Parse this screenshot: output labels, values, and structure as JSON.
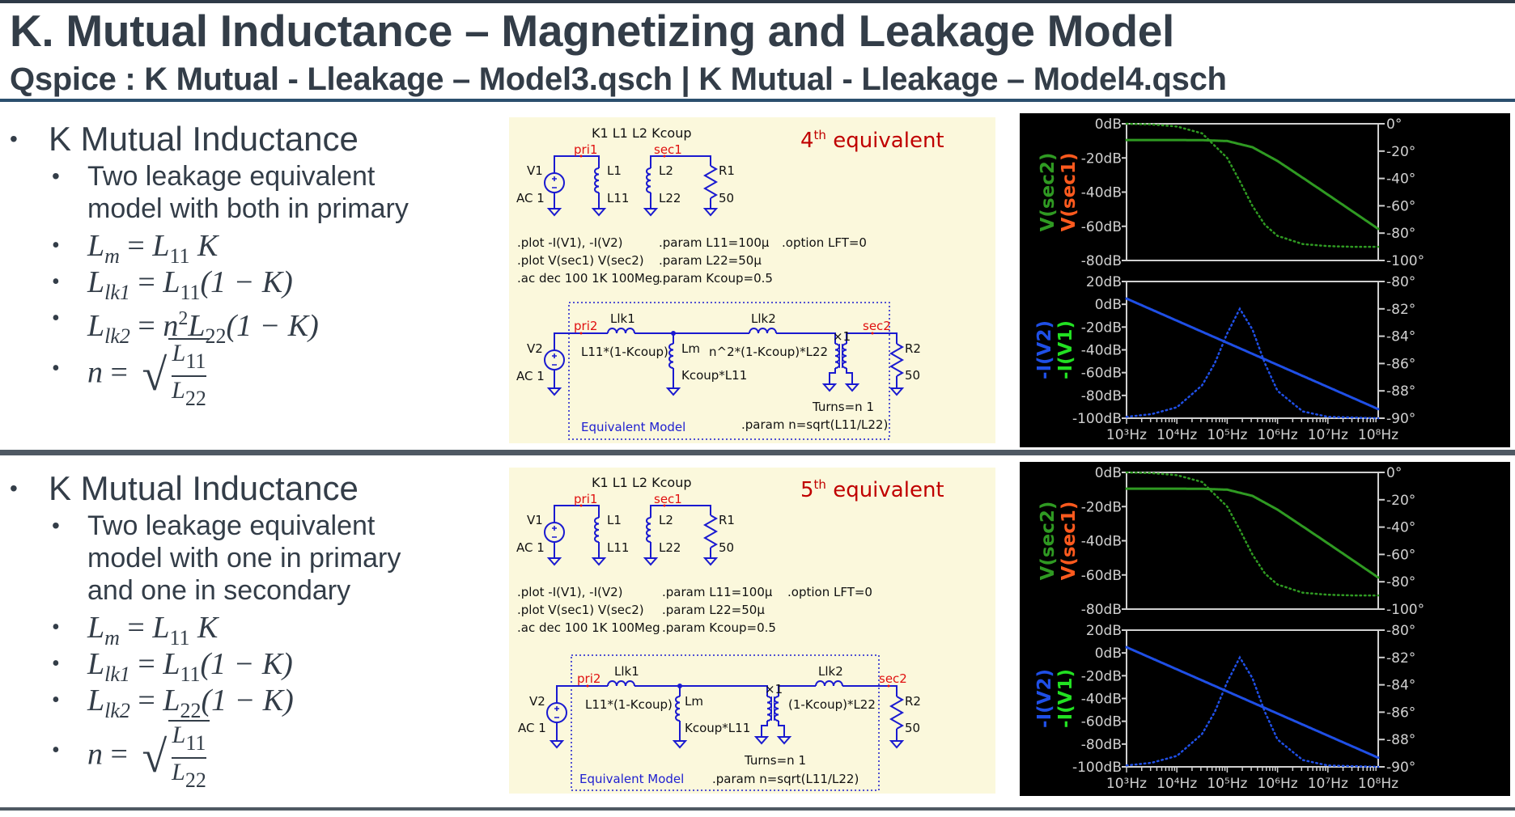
{
  "header": {
    "title": "K. Mutual Inductance – Magnetizing and Leakage Model",
    "subtitle": "Qspice : K Mutual - Lleakage – Model3.qsch | K Mutual - Lleakage – Model4.qsch"
  },
  "sections": [
    {
      "heading": "K Mutual Inductance",
      "desc": [
        "Two leakage equivalent",
        "model with both in primary"
      ],
      "f_lm": {
        "l": "L",
        "ls": "m",
        "eq": " = ",
        "r": "L",
        "rs": "11",
        "t": " K"
      },
      "f_lk1": {
        "l": "L",
        "ls": "lk1",
        "eq": " = ",
        "r": "L",
        "rs": "11",
        "t": "(1 − K)"
      },
      "f_lk2": {
        "l": "L",
        "ls": "lk2",
        "eq": " = ",
        "pre": "n",
        "sup": "2",
        "r": "L",
        "rs": "22",
        "t": "(1 − K)"
      },
      "f_n": {
        "l": "n",
        "eq": " = ",
        "sqrt": "√",
        "num": "L",
        "nums": "11",
        "den": "L",
        "dens": "22"
      }
    },
    {
      "heading": "K Mutual Inductance",
      "desc": [
        "Two leakage equivalent",
        "model with one in primary",
        "and one in secondary"
      ],
      "f_lm": {
        "l": "L",
        "ls": "m",
        "eq": " = ",
        "r": "L",
        "rs": "11",
        "t": " K"
      },
      "f_lk1": {
        "l": "L",
        "ls": "lk1",
        "eq": " = ",
        "r": "L",
        "rs": "11",
        "t": "(1 − K)"
      },
      "f_lk2": {
        "l": "L",
        "ls": "lk2",
        "eq": " = ",
        "r": "L",
        "rs": "22",
        "t": "(1 − K)"
      },
      "f_n": {
        "l": "n",
        "eq": " = ",
        "sqrt": "√",
        "num": "L",
        "nums": "11",
        "den": "L",
        "dens": "22"
      }
    }
  ],
  "schematics": [
    {
      "kline": "K1 L1 L2 Kcoup",
      "badge_num": "4",
      "badge_sup": "th",
      "badge_text": " equivalent",
      "pri1": "pri1",
      "sec1": "sec1",
      "v1": "V1",
      "ac1": "AC 1",
      "l1": "L1",
      "l11": "L11",
      "l2": "L2",
      "l22": "L22",
      "r1": "R1",
      "r1v": "50",
      "dir": [
        ".plot -I(V1), -I(V2)",
        ".plot V(sec1) V(sec2)",
        ".ac dec 100 1K 100Meg",
        ".param L11=100µ",
        ".param L22=50µ",
        ".param Kcoup=0.5",
        ".option LFT=0"
      ],
      "pri2": "pri2",
      "sec2": "sec2",
      "v2": "V2",
      "ac2": "AC 1",
      "llk1": "Llk1",
      "llk1v": "L11*(1-Kcoup)",
      "lm": "Lm",
      "lmv": "Kcoup*L11",
      "llk2": "Llk2",
      "llk2v": "n^2*(1-Kcoup)*L22",
      "x1": "×1",
      "turns": "Turns=n 1",
      "nparam": ".param n=sqrt(L11/L22)",
      "r2": "R2",
      "r2v": "50",
      "eqmodel": "Equivalent Model"
    },
    {
      "kline": "K1 L1 L2 Kcoup",
      "badge_num": "5",
      "badge_sup": "th",
      "badge_text": " equivalent",
      "pri1": "pri1",
      "sec1": "sec1",
      "v1": "V1",
      "ac1": "AC 1",
      "l1": "L1",
      "l11": "L11",
      "l2": "L2",
      "l22": "L22",
      "r1": "R1",
      "r1v": "50",
      "dir": [
        ".plot -I(V1), -I(V2)",
        ".plot V(sec1) V(sec2)",
        ".ac dec 100 1K 100Meg",
        ".param L11=100µ",
        ".param L22=50µ",
        ".param Kcoup=0.5",
        ".option LFT=0"
      ],
      "pri2": "pri2",
      "sec2": "sec2",
      "v2": "V2",
      "ac2": "AC 1",
      "llk1": "Llk1",
      "llk1v": "L11*(1-Kcoup)",
      "lm": "Lm",
      "lmv": "Kcoup*L11",
      "llk2": "Llk2",
      "llk2v": "(1-Kcoup)*L22",
      "x1": "×1",
      "turns": "Turns=n 1",
      "nparam": ".param n=sqrt(L11/L22)",
      "r2": "R2",
      "r2v": "50",
      "eqmodel": "Equivalent Model"
    }
  ],
  "colors": {
    "wire": "#1a1ad0",
    "net": "#e01010",
    "badge": "#c00000",
    "eqmodel": "#2020d0",
    "axis": "#d0d0d0",
    "vsec2": "#2f9a22",
    "vsec1": "#ff5a1e",
    "iv2": "#1f4fe6",
    "iv1": "#22e022"
  },
  "chart_data": [
    {
      "type": "line",
      "x_scale": "log10",
      "x_range": [
        3,
        8
      ],
      "x_ticks": [
        "10³Hz",
        "10⁴Hz",
        "10⁵Hz",
        "10⁶Hz",
        "10⁷Hz",
        "10⁸Hz"
      ],
      "panels": [
        {
          "left_range": [
            -80,
            0
          ],
          "left_ticks": [
            "0dB",
            "-20dB",
            "-40dB",
            "-60dB",
            "-80dB"
          ],
          "right_range": [
            -100,
            0
          ],
          "right_ticks": [
            "0°",
            "-20°",
            "-40°",
            "-60°",
            "-80°",
            "-100°"
          ],
          "legend": [
            {
              "text": "V(sec2)",
              "color": "#2f9a22"
            },
            {
              "text": "V(sec1)",
              "color": "#ff5a1e"
            }
          ],
          "series": [
            {
              "name": "V(sec2) magnitude",
              "axis": "left",
              "style": "solid",
              "color": "#2f9a22",
              "x": [
                3,
                3.5,
                4,
                4.5,
                5,
                5.5,
                6,
                6.5,
                7,
                7.5,
                8
              ],
              "y": [
                -9.5,
                -9.5,
                -9.5,
                -9.6,
                -10.1,
                -13.7,
                -21.8,
                -31.6,
                -41.5,
                -51.5,
                -61.5
              ]
            },
            {
              "name": "V(sec2) phase",
              "axis": "right",
              "style": "dotted",
              "color": "#2f9a22",
              "x": [
                3,
                3.5,
                4,
                4.5,
                5,
                5.25,
                5.5,
                5.75,
                6,
                6.5,
                7,
                7.5,
                8
              ],
              "y": [
                0,
                -0.5,
                -2,
                -7,
                -25,
                -42,
                -60,
                -74,
                -82,
                -88,
                -89.5,
                -90,
                -90
              ]
            }
          ]
        },
        {
          "left_range": [
            -100,
            20
          ],
          "left_ticks": [
            "20dB",
            "0dB",
            "-20dB",
            "-40dB",
            "-60dB",
            "-80dB",
            "-100dB"
          ],
          "right_range": [
            -90,
            -80
          ],
          "right_ticks": [
            "-80°",
            "-82°",
            "-84°",
            "-86°",
            "-88°",
            "-90°"
          ],
          "legend": [
            {
              "text": "-I(V2)",
              "color": "#1f4fe6"
            },
            {
              "text": "-I(V1)",
              "color": "#22e022"
            }
          ],
          "series": [
            {
              "name": "-I(V2) magnitude",
              "axis": "left",
              "style": "solid",
              "color": "#1f4fe6",
              "x": [
                3,
                4,
                5,
                6,
                7,
                8
              ],
              "y": [
                5,
                -14.4,
                -33.8,
                -53.2,
                -72.6,
                -92
              ]
            },
            {
              "name": "-I(V2) phase",
              "axis": "right",
              "style": "dotted",
              "color": "#1f4fe6",
              "x": [
                3,
                3.5,
                4,
                4.5,
                4.75,
                5,
                5.25,
                5.5,
                5.75,
                6,
                6.5,
                7,
                8
              ],
              "y": [
                -89.9,
                -89.7,
                -89.2,
                -87.6,
                -86,
                -83.8,
                -82,
                -83.5,
                -86,
                -88,
                -89.5,
                -89.9,
                -90
              ]
            }
          ]
        }
      ]
    },
    {
      "type": "line",
      "x_scale": "log10",
      "x_range": [
        3,
        8
      ],
      "x_ticks": [
        "10³Hz",
        "10⁴Hz",
        "10⁵Hz",
        "10⁶Hz",
        "10⁷Hz",
        "10⁸Hz"
      ],
      "panels": [
        {
          "left_range": [
            -80,
            0
          ],
          "left_ticks": [
            "0dB",
            "-20dB",
            "-40dB",
            "-60dB",
            "-80dB"
          ],
          "right_range": [
            -100,
            0
          ],
          "right_ticks": [
            "0°",
            "-20°",
            "-40°",
            "-60°",
            "-80°",
            "-100°"
          ],
          "legend": [
            {
              "text": "V(sec2)",
              "color": "#2f9a22"
            },
            {
              "text": "V(sec1)",
              "color": "#ff5a1e"
            }
          ],
          "series": [
            {
              "name": "V(sec2) magnitude",
              "axis": "left",
              "style": "solid",
              "color": "#2f9a22",
              "x": [
                3,
                3.5,
                4,
                4.5,
                5,
                5.5,
                6,
                6.5,
                7,
                7.5,
                8
              ],
              "y": [
                -9.5,
                -9.5,
                -9.5,
                -9.6,
                -10.1,
                -13.7,
                -21.8,
                -31.6,
                -41.5,
                -51.5,
                -61.5
              ]
            },
            {
              "name": "V(sec2) phase",
              "axis": "right",
              "style": "dotted",
              "color": "#2f9a22",
              "x": [
                3,
                3.5,
                4,
                4.5,
                5,
                5.25,
                5.5,
                5.75,
                6,
                6.5,
                7,
                7.5,
                8
              ],
              "y": [
                0,
                -0.5,
                -2,
                -7,
                -25,
                -42,
                -60,
                -74,
                -82,
                -88,
                -89.5,
                -90,
                -90
              ]
            }
          ]
        },
        {
          "left_range": [
            -100,
            20
          ],
          "left_ticks": [
            "20dB",
            "0dB",
            "-20dB",
            "-40dB",
            "-60dB",
            "-80dB",
            "-100dB"
          ],
          "right_range": [
            -90,
            -80
          ],
          "right_ticks": [
            "-80°",
            "-82°",
            "-84°",
            "-86°",
            "-88°",
            "-90°"
          ],
          "legend": [
            {
              "text": "-I(V2)",
              "color": "#1f4fe6"
            },
            {
              "text": "-I(V1)",
              "color": "#22e022"
            }
          ],
          "series": [
            {
              "name": "-I(V2) magnitude",
              "axis": "left",
              "style": "solid",
              "color": "#1f4fe6",
              "x": [
                3,
                4,
                5,
                6,
                7,
                8
              ],
              "y": [
                5,
                -14.4,
                -33.8,
                -53.2,
                -72.6,
                -92
              ]
            },
            {
              "name": "-I(V2) phase",
              "axis": "right",
              "style": "dotted",
              "color": "#1f4fe6",
              "x": [
                3,
                3.5,
                4,
                4.5,
                4.75,
                5,
                5.25,
                5.5,
                5.75,
                6,
                6.5,
                7,
                8
              ],
              "y": [
                -89.9,
                -89.7,
                -89.2,
                -87.6,
                -86,
                -83.8,
                -82,
                -83.5,
                -86,
                -88,
                -89.5,
                -89.9,
                -90
              ]
            }
          ]
        }
      ]
    }
  ]
}
